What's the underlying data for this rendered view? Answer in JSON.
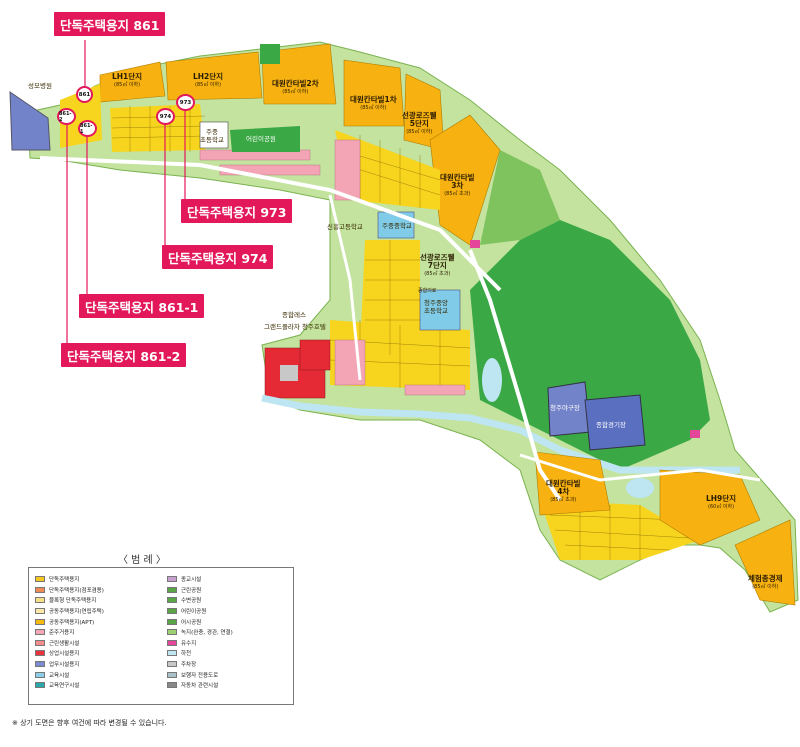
{
  "callouts": {
    "lot_861": "단독주택용지 861",
    "lot_973": "단독주택용지 973",
    "lot_974": "단독주택용지 974",
    "lot_861_1": "단독주택용지 861-1",
    "lot_861_2": "단독주택용지 861-2"
  },
  "markers": {
    "m861": "861",
    "m861_2": "861-2",
    "m861_1": "861-1",
    "m974": "974",
    "m973": "973"
  },
  "places": {
    "seongmo": "성모병원",
    "lh1": "LH1단지",
    "lh1_sub": "(85㎡ 이하)",
    "lh2": "LH2단지",
    "lh2_sub": "(85㎡ 이하)",
    "daewon2": "대원칸타빌2차",
    "daewon2_sub": "(85㎡ 이하)",
    "daewon1": "대원칸타빌1차",
    "daewon1_sub": "(85㎡ 이하)",
    "seonkwang5": "선광로즈웰",
    "seonkwang5_b": "5단지",
    "seonkwang5_sub": "(85㎡ 이하)",
    "daewon3": "대원칸타빌",
    "daewon3_b": "3차",
    "daewon3_sub": "(85㎡ 초과)",
    "elementary1": "주중",
    "elementary1_b": "초등학교",
    "park1": "어린이공원",
    "highschool": "신흥고등학교",
    "middleschool": "주중중학교",
    "seonkwang7": "선광로즈웰",
    "seonkwang7_b": "7단지",
    "seonkwang7_sub": "(85㎡ 초과)",
    "elementary2": "청주중앙",
    "elementary2_b": "초등학교",
    "complex": "종합의료",
    "hotel1": "종합레스",
    "hotel2": "그랜드플라자 청주호텔",
    "stadium1": "청주야구장",
    "stadium2": "종합경기장",
    "daewon4": "대원칸타빌",
    "daewon4_b": "4차",
    "daewon4_sub": "(85㎡ 초과)",
    "lh9": "LH9단지",
    "lh9_sub": "(60㎡ 이하)",
    "gym": "체험종경제",
    "gym_sub": "(85㎡ 이하)"
  },
  "legend": {
    "title": "〈 범  례 〉",
    "left": [
      {
        "label": "단독주택용지",
        "color": "#f7c81f"
      },
      {
        "label": "단독주택용지(점포겸용)",
        "color": "#ef8a55"
      },
      {
        "label": "블록형 단독주택용지",
        "color": "#f6dd88"
      },
      {
        "label": "공동주택용지(연립주택)",
        "color": "#fbe9a9"
      },
      {
        "label": "공동주택용지(APT)",
        "color": "#f8b712"
      },
      {
        "label": "준주거용지",
        "color": "#f3a8b8"
      },
      {
        "label": "근린생활시설",
        "color": "#f48c8c"
      },
      {
        "label": "상업시설용지",
        "color": "#e8323c"
      },
      {
        "label": "업무시설용지",
        "color": "#7b8bd0"
      },
      {
        "label": "교육시설",
        "color": "#8ccfe8"
      },
      {
        "label": "교육연구시설",
        "color": "#2aa7a9"
      }
    ],
    "right": [
      {
        "label": "종교시설",
        "color": "#c7a0d0"
      },
      {
        "label": "근린공원",
        "color": "#5aa545"
      },
      {
        "label": "수변공원",
        "color": "#5aa545"
      },
      {
        "label": "어린이공원",
        "color": "#5aa545"
      },
      {
        "label": "어시공원",
        "color": "#5aa545"
      },
      {
        "label": "녹지(완충, 경관, 연결)",
        "color": "#9bd174"
      },
      {
        "label": "유수지",
        "color": "#e4479a"
      },
      {
        "label": "하천",
        "color": "#bfe5f1"
      },
      {
        "label": "주차장",
        "color": "#c8c8c8"
      },
      {
        "label": "보행자 전용도로",
        "color": "#a9c0c7"
      },
      {
        "label": "자동차 관련시설",
        "color": "#888888"
      }
    ]
  },
  "footnote": "※ 상기 도면은 향후 여건에 따라 변경될 수 있습니다.",
  "colors": {
    "road": "#ffffff",
    "greenbelt": "#c3e39f",
    "park": "#39a845",
    "apt": "#f7b211",
    "single": "#f7d51f",
    "store": "#f3a5b6",
    "commercial": "#e52a35",
    "office": "#7383c9",
    "school": "#7fcbe8",
    "river": "#bde6f2",
    "accent": "#e2185b"
  }
}
